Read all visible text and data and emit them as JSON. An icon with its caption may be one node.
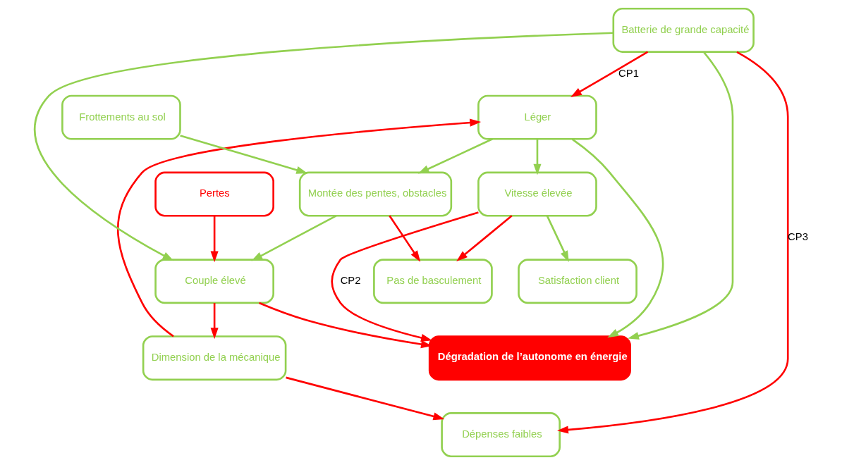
{
  "diagram": {
    "nodes": [
      {
        "text": [
          "Léger"
        ]
      },
      {
        "text": [
          "Dimension de la mécanique"
        ]
      },
      {
        "text": [
          "Dépenses faibles"
        ]
      },
      {
        "text": [
          "Vitesse élevée"
        ]
      },
      {
        "text": [
          "Dégradation de l’autonome en énergie"
        ]
      },
      {
        "text": [
          "Batterie de grande capacité"
        ]
      },
      {
        "text": [
          "Pas de basculement"
        ]
      },
      {
        "text": [
          "Satisfaction client"
        ]
      },
      {
        "text": [
          "Montée des pentes, obstacles"
        ]
      },
      {
        "text": [
          "Couple élevé"
        ]
      },
      {
        "text": [
          "Frottements au sol"
        ]
      },
      {
        "text": [
          "Pertes"
        ]
      }
    ],
    "edges": [
      {
        "from": 1,
        "to": 0,
        "arrow": "to"
      },
      {
        "from": 5,
        "to": 0,
        "arrow": "to",
        "label": "CP1"
      },
      {
        "from": 0,
        "to": 4,
        "arrow": "to",
        "color": "#92d050"
      },
      {
        "from": 0,
        "to": 3,
        "arrow": "to",
        "color": "#92d050"
      },
      {
        "from": 0,
        "to": 8,
        "arrow": "to",
        "color": "#92d050"
      },
      {
        "from": 3,
        "to": 4,
        "arrow": "to",
        "label": "CP2"
      },
      {
        "from": 3,
        "to": 6,
        "arrow": "to"
      },
      {
        "from": 3,
        "to": 7,
        "arrow": "to",
        "color": "#92d050"
      },
      {
        "from": 8,
        "to": 6,
        "arrow": "to"
      },
      {
        "from": 8,
        "to": 9,
        "arrow": "to",
        "color": "#92d050"
      },
      {
        "from": 10,
        "to": 8,
        "arrow": "to",
        "color": "#92d050"
      },
      {
        "from": 5,
        "to": 4,
        "arrow": "to",
        "color": "#92d050"
      },
      {
        "from": 5,
        "to": 2,
        "arrow": "to",
        "label": "CP3"
      },
      {
        "from": 5,
        "to": 9,
        "arrow": "to",
        "color": "#92d050"
      },
      {
        "from": 9,
        "to": 4,
        "arrow": "to"
      },
      {
        "from": 9,
        "to": 1,
        "arrow": "to"
      },
      {
        "from": 1,
        "to": 2,
        "arrow": "to"
      },
      {
        "from": 11,
        "to": 9,
        "arrow": "to"
      }
    ]
  }
}
